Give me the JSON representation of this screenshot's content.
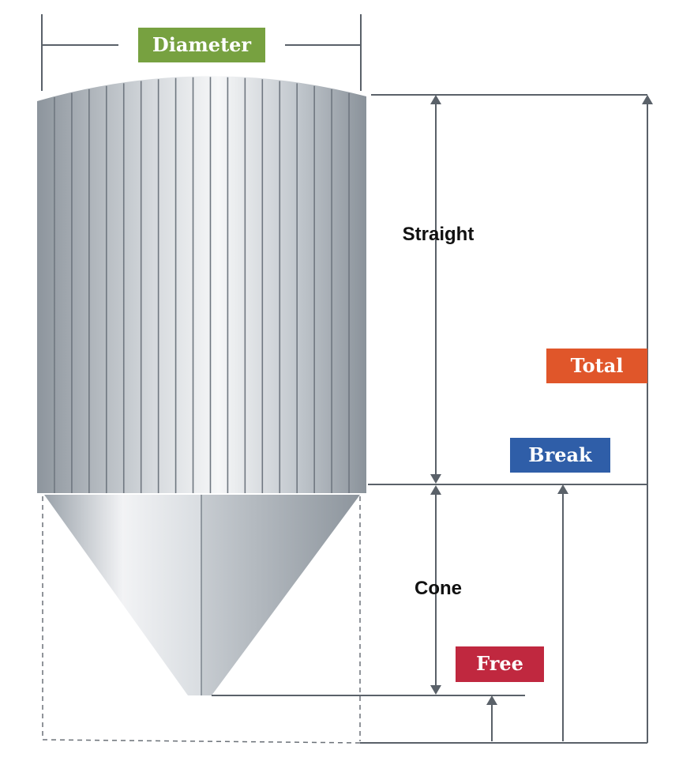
{
  "labels": {
    "diameter": "Diameter",
    "straight": "Straight",
    "total": "Total",
    "break": "Break",
    "cone": "Cone",
    "free": "Free"
  },
  "colors": {
    "diameter": "#77a140",
    "total": "#e0562a",
    "break": "#2f5ea8",
    "free": "#c0283f",
    "dimension_line": "#5a6169",
    "silo_steel": "#a9b1b8"
  }
}
